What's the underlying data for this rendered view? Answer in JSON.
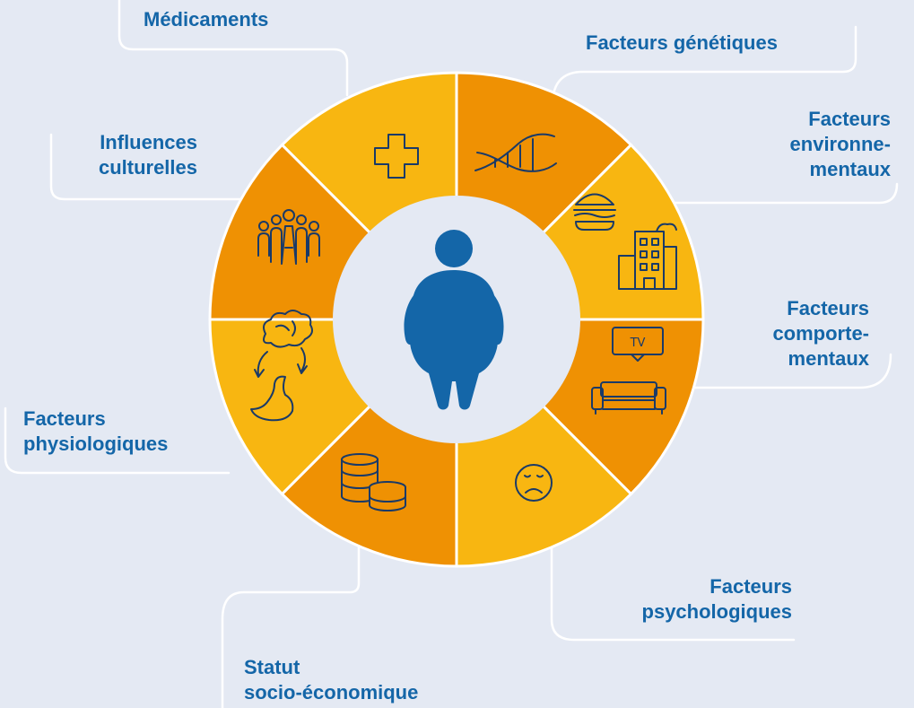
{
  "colors": {
    "background": "#e4e9f3",
    "segment_light": "#f8b611",
    "segment_dark": "#ef9103",
    "label_text": "#1466a8",
    "icon_stroke": "#1a3a68",
    "figure": "#1466a8",
    "connector": "#ffffff"
  },
  "factors": [
    {
      "key": "medications",
      "lines": [
        "Médicaments"
      ],
      "icon": "medical-cross-icon"
    },
    {
      "key": "genetic",
      "lines": [
        "Facteurs génétiques"
      ],
      "icon": "dna-icon"
    },
    {
      "key": "environmental",
      "lines": [
        "Facteurs",
        "environne-",
        "mentaux"
      ],
      "icon": "burger-building-icon"
    },
    {
      "key": "behavioral",
      "lines": [
        "Facteurs",
        "comporte-",
        "mentaux"
      ],
      "icon": "tv-sofa-icon"
    },
    {
      "key": "psychological",
      "lines": [
        "Facteurs",
        "psychologiques"
      ],
      "icon": "sad-face-icon"
    },
    {
      "key": "socioeconomic",
      "lines": [
        "Statut",
        "socio-économique"
      ],
      "icon": "coins-icon"
    },
    {
      "key": "physiological",
      "lines": [
        "Facteurs",
        "physiologiques"
      ],
      "icon": "brain-stomach-icon"
    },
    {
      "key": "cultural",
      "lines": [
        "Influences",
        "culturelles"
      ],
      "icon": "group-icon"
    }
  ],
  "center_icon": "person-figure-icon"
}
